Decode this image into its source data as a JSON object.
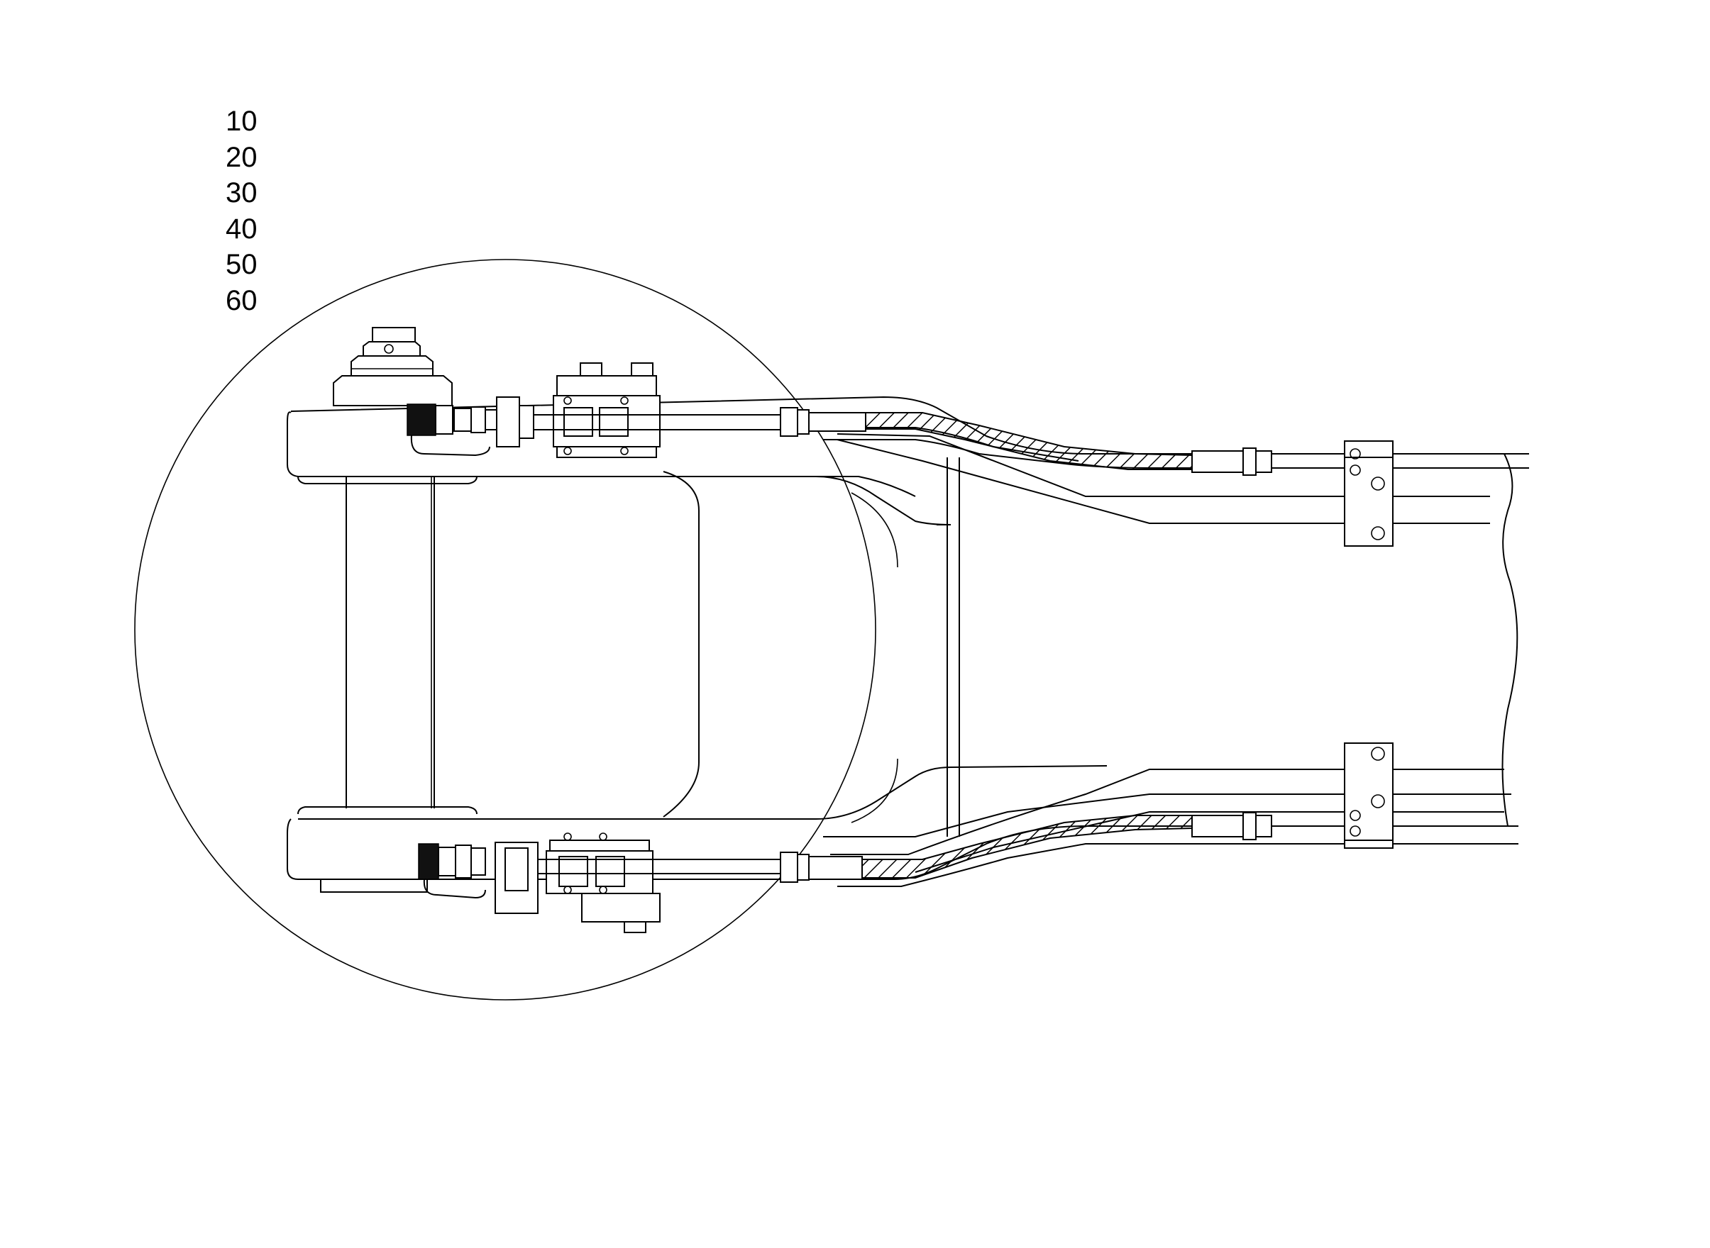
{
  "callouts": [
    "10",
    "20",
    "30",
    "40",
    "50",
    "60"
  ]
}
